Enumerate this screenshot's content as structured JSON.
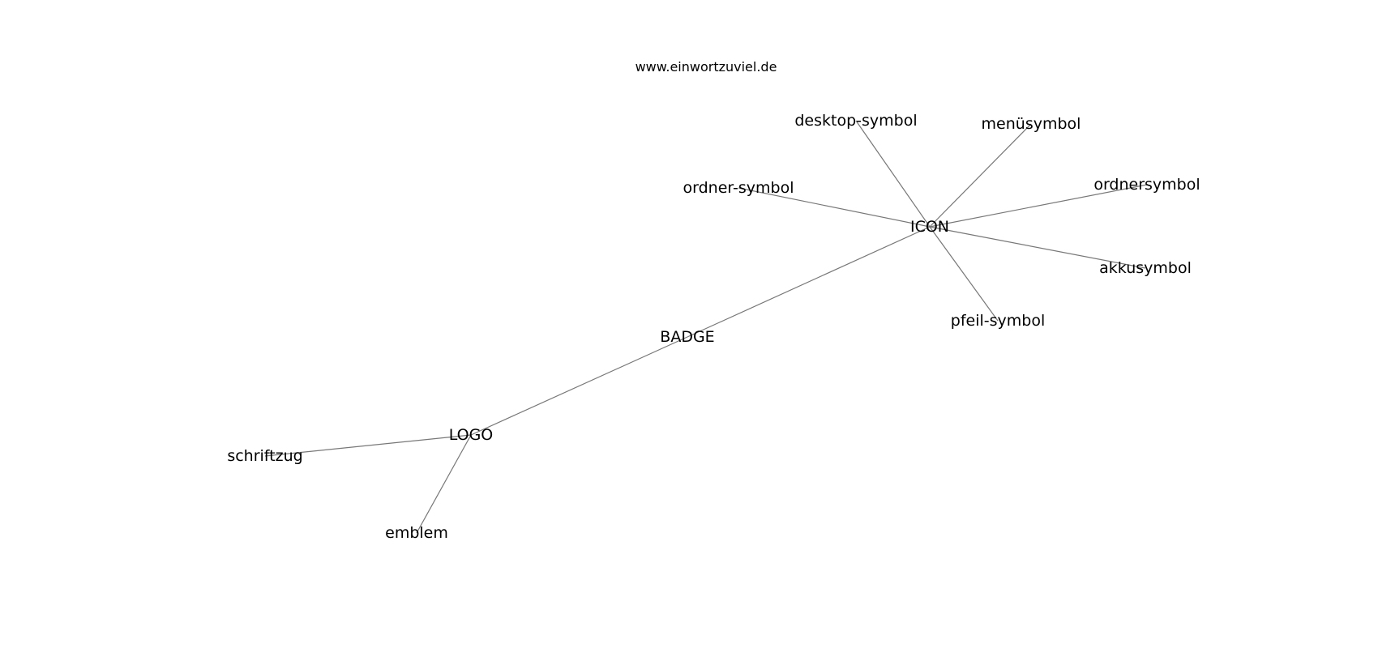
{
  "caption": "www.einwortzuviel.de",
  "nodes": [
    {
      "id": "icon",
      "label": "ICON"
    },
    {
      "id": "badge",
      "label": "BADGE"
    },
    {
      "id": "logo",
      "label": "LOGO"
    },
    {
      "id": "desktop-symbol",
      "label": "desktop-symbol"
    },
    {
      "id": "menuesymbol",
      "label": "menüsymbol"
    },
    {
      "id": "ordner-symbol",
      "label": "ordner-symbol"
    },
    {
      "id": "ordnersymbol",
      "label": "ordnersymbol"
    },
    {
      "id": "akkusymbol",
      "label": "akkusymbol"
    },
    {
      "id": "pfeil-symbol",
      "label": "pfeil-symbol"
    },
    {
      "id": "schriftzug",
      "label": "schriftzug"
    },
    {
      "id": "emblem",
      "label": "emblem"
    }
  ],
  "edges": [
    [
      "icon",
      "desktop-symbol"
    ],
    [
      "icon",
      "menuesymbol"
    ],
    [
      "icon",
      "ordner-symbol"
    ],
    [
      "icon",
      "ordnersymbol"
    ],
    [
      "icon",
      "akkusymbol"
    ],
    [
      "icon",
      "pfeil-symbol"
    ],
    [
      "icon",
      "badge"
    ],
    [
      "badge",
      "logo"
    ],
    [
      "logo",
      "schriftzug"
    ],
    [
      "logo",
      "emblem"
    ]
  ]
}
